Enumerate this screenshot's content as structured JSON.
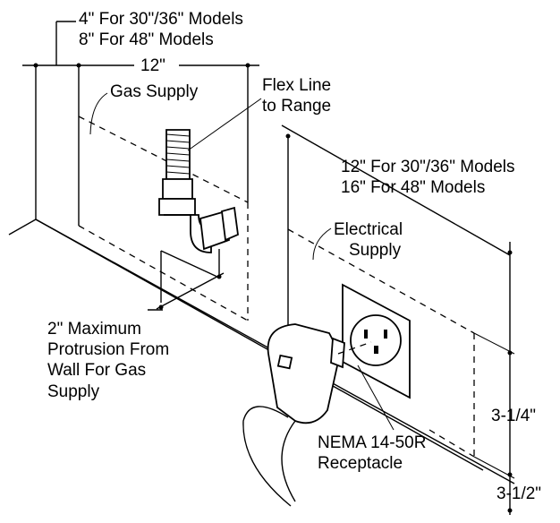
{
  "labels": {
    "gas_offset_line1": "4\" For 30\"/36\" Models",
    "gas_offset_line2": "8\" For 48\" Models",
    "gas_width": "12\"",
    "gas_supply": "Gas Supply",
    "flex_line1": "Flex Line",
    "flex_line2": "to Range",
    "elec_offset_line1": "12\" For 30\"/36\" Models",
    "elec_offset_line2": "16\" For 48\" Models",
    "electrical_line1": "Electrical",
    "electrical_line2": "Supply",
    "protrusion_line1": "2\" Maximum",
    "protrusion_line2": "Protrusion From",
    "protrusion_line3": "Wall For Gas",
    "protrusion_line4": "Supply",
    "elec_height": "3-1/4\"",
    "elec_floor": "3-1/2\"",
    "nema_line1": "NEMA 14-50R",
    "nema_line2": "Receptacle"
  }
}
